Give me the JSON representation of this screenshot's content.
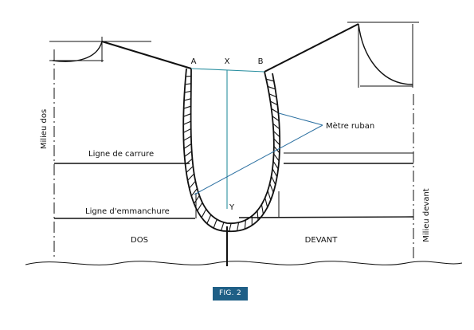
{
  "labels": {
    "milieu_dos": "Milieu dos",
    "milieu_devant": "Milieu devant",
    "ligne_carrure": "Ligne de carrure",
    "ligne_emmanchure": "Ligne d'emmanchure",
    "metre_ruban": "Mètre ruban",
    "dos": "DOS",
    "devant": "DEVANT"
  },
  "points": {
    "a": "A",
    "x": "X",
    "b": "B",
    "y": "Y"
  },
  "figure": "FIG. 2",
  "colors": {
    "line": "#111111",
    "measure": "#2a8fa0",
    "badge": "#1f5f86"
  }
}
